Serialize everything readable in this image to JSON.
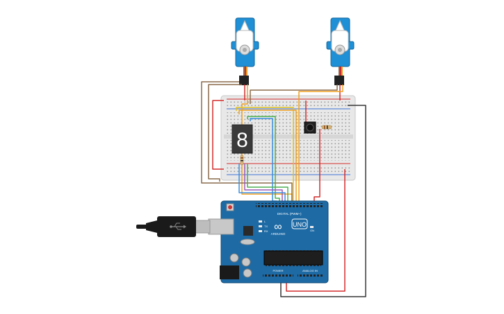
{
  "board": {
    "logo_text": "∞",
    "brand": "ARDUINO",
    "model": "UNO",
    "digital_header": "DIGITAL (PWM~)",
    "power_header": "POWER",
    "analog_header": "ANALOG IN",
    "led_on": "ON",
    "led_tx": "TX",
    "led_rx": "RX",
    "led_l": "L"
  },
  "display": {
    "digit": "8"
  },
  "colors": {
    "servo_blue": "#1f8fd6",
    "board_blue": "#1d6aa5",
    "breadboard": "#e6e6e6",
    "red_wire": "#d42a2a",
    "black_wire": "#333333",
    "brown_wire": "#8a6a4a",
    "orange_wire": "#f0a020",
    "yellow_wire": "#e0c020",
    "green_wire": "#4caf50",
    "blue_wire": "#3a8ee0",
    "purple_wire": "#9b59b6"
  }
}
